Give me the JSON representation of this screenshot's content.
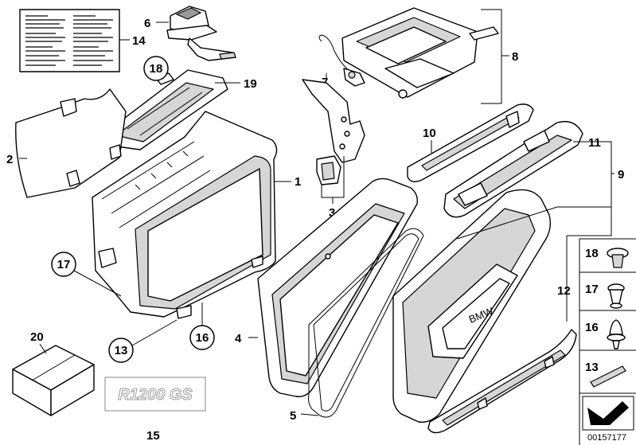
{
  "diagram": {
    "catalog_number": "00157177",
    "labels": {
      "p1": "1",
      "p2": "2",
      "p3": "3",
      "p4": "4",
      "p5": "5",
      "p6": "6",
      "p7": "7",
      "p8": "8",
      "p9": "9",
      "p10": "10",
      "p11": "11",
      "p12": "12",
      "p13": "13",
      "p13b": "13",
      "p14": "14",
      "p15": "15",
      "p16": "16",
      "p16b": "16",
      "p17": "17",
      "p17b": "17",
      "p18": "18",
      "p18b": "18",
      "p19": "19",
      "p20": "20"
    },
    "lid_emblem": "BMW",
    "decal_text": "R1200 GS"
  }
}
